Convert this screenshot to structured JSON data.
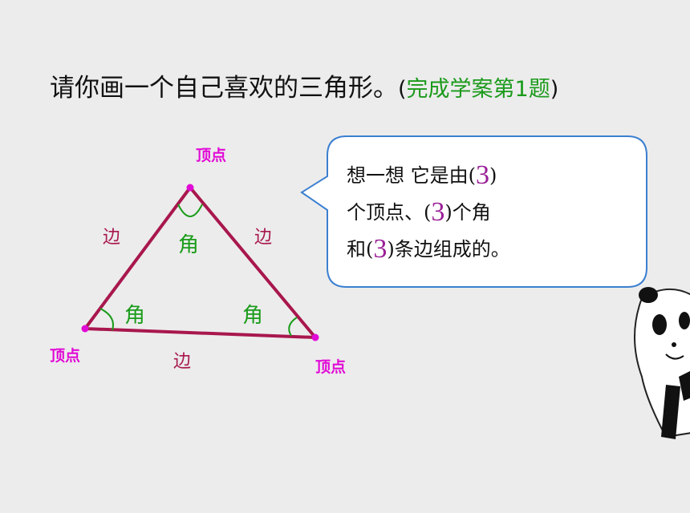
{
  "title": {
    "main": "请你画一个自己喜欢的三角形。",
    "open_paren": "(",
    "hint": "完成学案第1题",
    "close_paren": ")"
  },
  "figure": {
    "vertex_labels": [
      "顶点",
      "顶点",
      "顶点"
    ],
    "edge_labels": [
      "边",
      "边",
      "边"
    ],
    "angle_labels": [
      "角",
      "角",
      "角"
    ]
  },
  "bubble": {
    "line1_a": "想一想  它是由(",
    "line1_num": "3",
    "line1_b": ")",
    "line2_a": "个顶点、(",
    "line2_num": "3",
    "line2_b": ")个角",
    "line3_a": "和(",
    "line3_num": "3",
    "line3_b": ")条边组成的。"
  },
  "colors": {
    "triangle": "#a8174d",
    "vertex": "#e10ad6",
    "angle": "#1a9c1a",
    "bubble_border": "#3a7fd0",
    "number": "#9a1f97"
  },
  "icons": [
    "panda-mascot-icon"
  ]
}
